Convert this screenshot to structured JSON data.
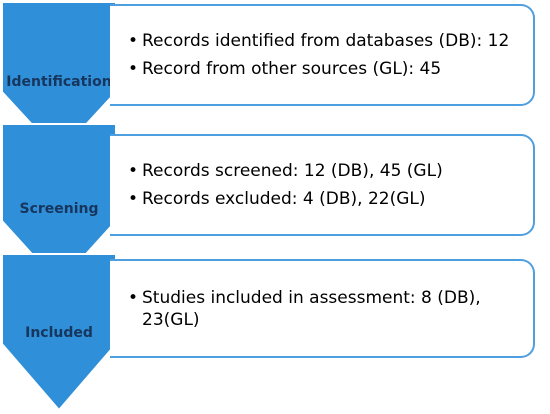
{
  "colors": {
    "arrow_fill": "#2f8fd8",
    "arrow_stroke": "#ffffff",
    "box_border": "#4e9fe0",
    "label_text": "#17365d"
  },
  "stages": [
    {
      "label": "Identification",
      "bullets": [
        "Records identified from databases (DB): 12",
        "Record from other sources (GL): 45"
      ]
    },
    {
      "label": "Screening",
      "bullets": [
        "Records screened: 12 (DB), 45 (GL)",
        "Records excluded:  4 (DB), 22(GL)"
      ]
    },
    {
      "label": "Included",
      "bullets": [
        "Studies included in assessment: 8 (DB), 23(GL)"
      ]
    }
  ]
}
